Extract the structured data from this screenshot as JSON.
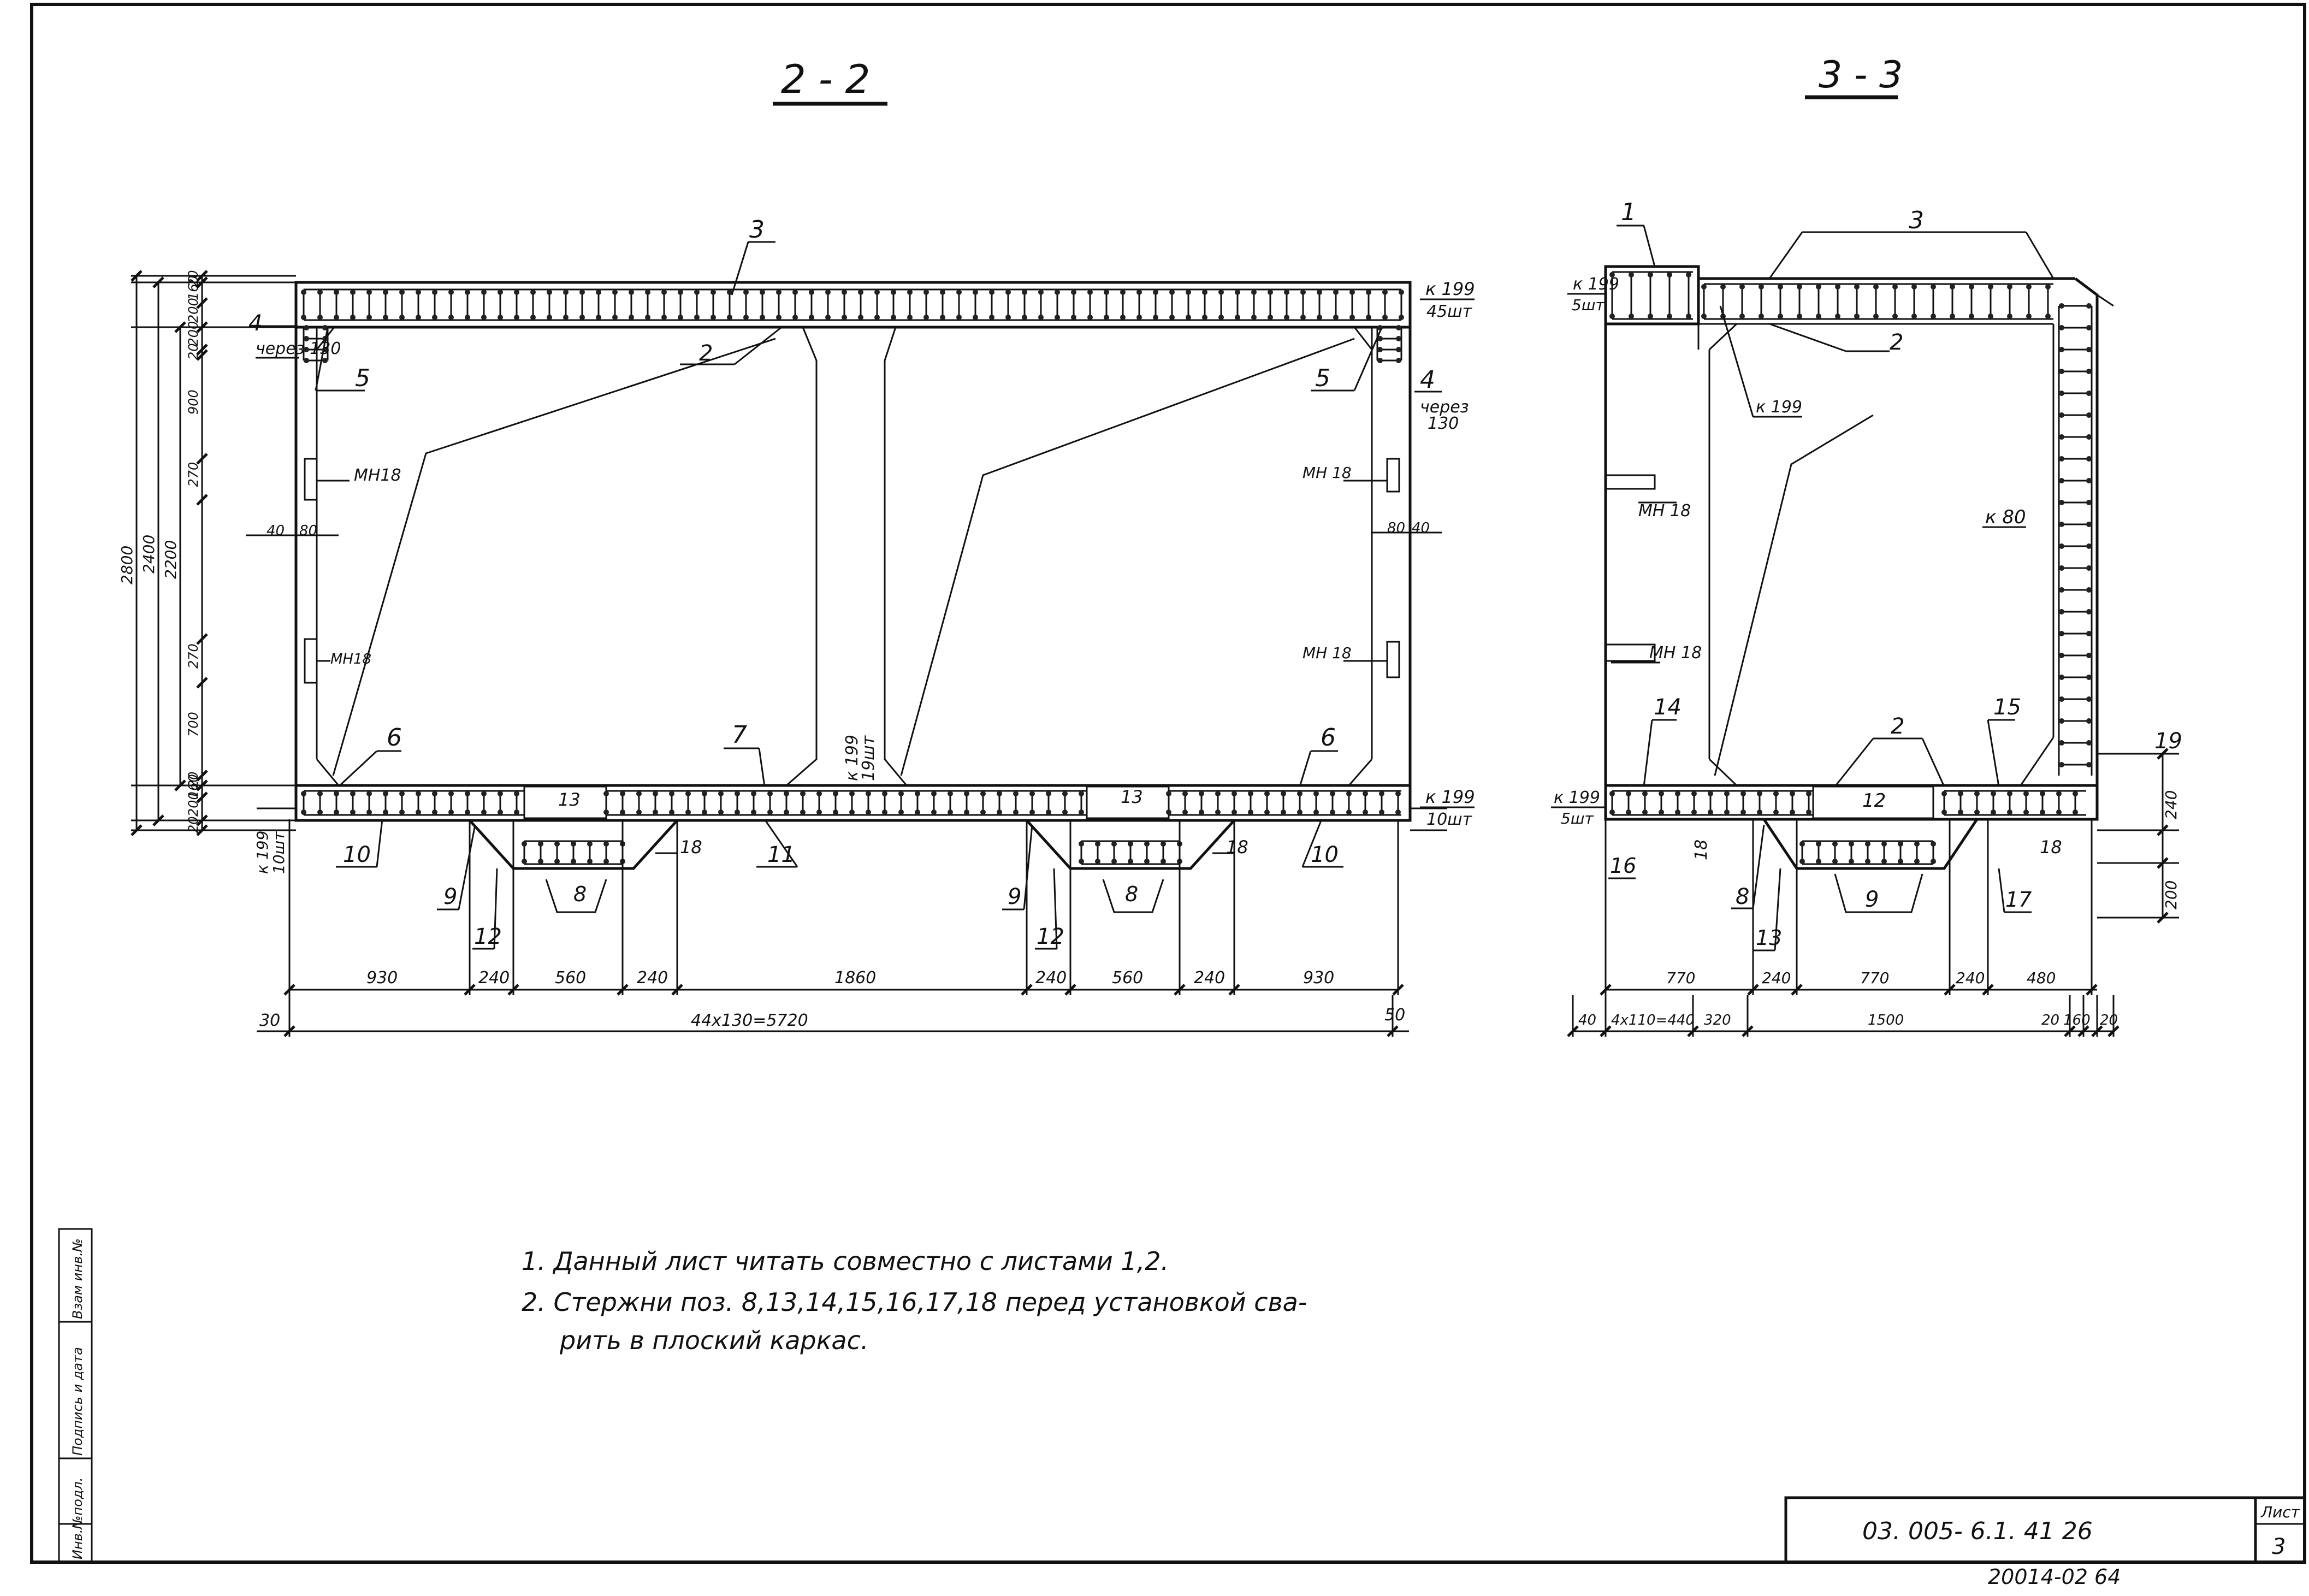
{
  "sections": {
    "s22": {
      "title": "2 - 2"
    },
    "s33": {
      "title": "3 - 3"
    }
  },
  "s22": {
    "pos": [
      "3",
      "2",
      "4",
      "5",
      "5",
      "4",
      "6",
      "7",
      "6",
      "10",
      "11",
      "10",
      "9",
      "12",
      "8",
      "13",
      "18",
      "9",
      "12",
      "8",
      "13",
      "18"
    ],
    "marks": {
      "k199_45": "к 199",
      "k199_45b": "45шт",
      "k199_19": "к 199",
      "k199_19b": "19шт",
      "k199_10L": "к 199",
      "k199_10Lb": "10шт",
      "k199_10R": "к 199",
      "k199_10Rb": "10шт",
      "cherez130L": "через 130",
      "cherez130R": "через",
      "cherez130Rb": "130",
      "mn18_1": "МН18",
      "mn18_2": "МН18",
      "mn18_3": "МН 18",
      "mn18_4": "МН 18"
    },
    "vdims": [
      "20",
      "160",
      "200",
      "200",
      "20",
      "900",
      "270",
      "2200",
      "2400",
      "2800",
      "270",
      "700",
      "20",
      "160",
      "200",
      "20"
    ],
    "hdims_small": [
      "40",
      "80",
      "80",
      "40"
    ],
    "hdims_row1": [
      "930",
      "240",
      "560",
      "240",
      "1860",
      "240",
      "560",
      "240",
      "930"
    ],
    "hdims_row2": [
      "30",
      "44х130=5720",
      "50"
    ]
  },
  "s33": {
    "pos": [
      "1",
      "3",
      "2",
      "14",
      "2",
      "15",
      "19",
      "16",
      "18",
      "12",
      "8",
      "13",
      "9",
      "17",
      "18"
    ],
    "marks": {
      "k199_5a": "к 199",
      "k199_5ab": "5шт",
      "k199_mid": "к 199",
      "k80": "к 80",
      "mn18_1": "МН 18",
      "mn18_2": "МН 18",
      "k199_5b": "к 199",
      "k199_5bb": "5шт"
    },
    "vdims": [
      "240",
      "200"
    ],
    "hdims_row1": [
      "770",
      "240",
      "770",
      "240",
      "480"
    ],
    "hdims_row2": [
      "40",
      "4х110=440",
      "320",
      "1500",
      "20",
      "160",
      "20"
    ]
  },
  "notes": [
    "1. Данный лист читать совместно с листами 1,2.",
    "2. Стержни поз. 8,13,14,15,16,17,18 перед установкой сва-",
    "рить в плоский каркас."
  ],
  "stamp": {
    "labels": [
      "Инв.№подл.",
      "Подпись и дата",
      "Взам инв.№"
    ],
    "code": "03. 005- 6.1. 41  26",
    "sheet_label": "Лист",
    "sheet_no": "3",
    "bottom_code": "20014-02 64"
  }
}
